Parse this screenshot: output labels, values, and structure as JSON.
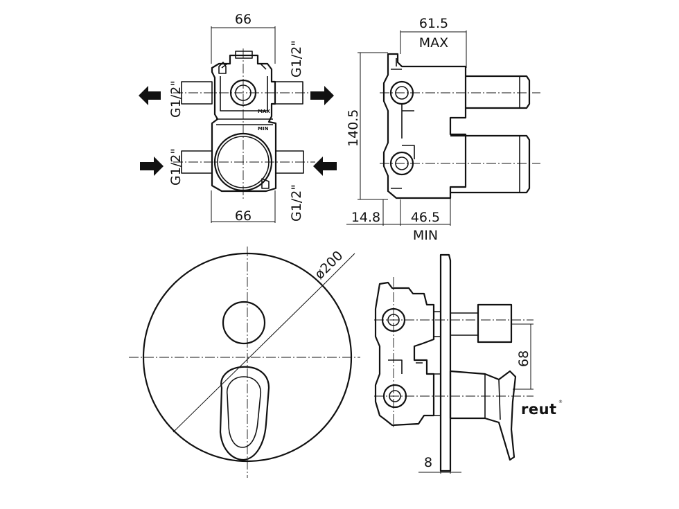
{
  "dimensions": {
    "top_width_upper": "66",
    "top_width_lower": "66",
    "thread_size": "G1/2\"",
    "depth_max": "61.5",
    "max_label": "MAX",
    "height": "140.5",
    "offset_left": "14.8",
    "depth_min": "46.5",
    "min_label": "MIN",
    "plate_diameter": "ø200",
    "handle_offset": "68",
    "plate_thickness": "8"
  },
  "body_labels": {
    "max": "MAX",
    "min": "MIN"
  },
  "brand": {
    "name": "reut",
    "mark": "®"
  }
}
